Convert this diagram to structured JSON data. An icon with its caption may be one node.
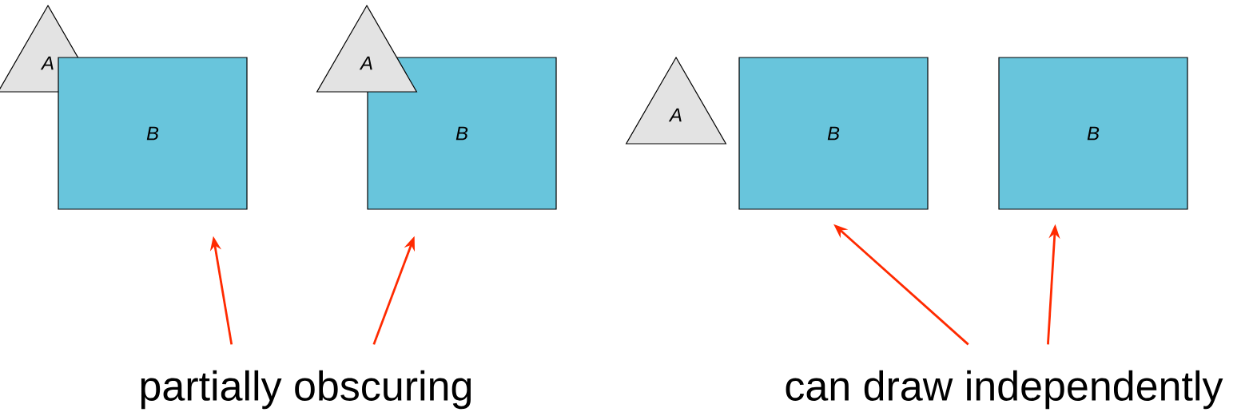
{
  "diagram": {
    "nodes": [
      {
        "text": [
          "A"
        ]
      },
      {
        "text": [
          "B"
        ]
      },
      {
        "text": [
          "A"
        ]
      },
      {
        "text": [
          "B"
        ]
      },
      {
        "text": [
          "A"
        ]
      },
      {
        "text": [
          "B"
        ]
      },
      {
        "text": [
          "B"
        ]
      },
      {
        "text": [
          "partially obscuring"
        ]
      },
      {
        "text": [
          "can draw independently"
        ]
      }
    ],
    "edges": [
      {
        "from": 7,
        "to": 1,
        "arrow": "to"
      },
      {
        "from": 7,
        "to": 3,
        "arrow": "to"
      },
      {
        "from": 8,
        "to": 5,
        "arrow": "to"
      },
      {
        "from": 8,
        "to": 6,
        "arrow": "to"
      }
    ]
  }
}
